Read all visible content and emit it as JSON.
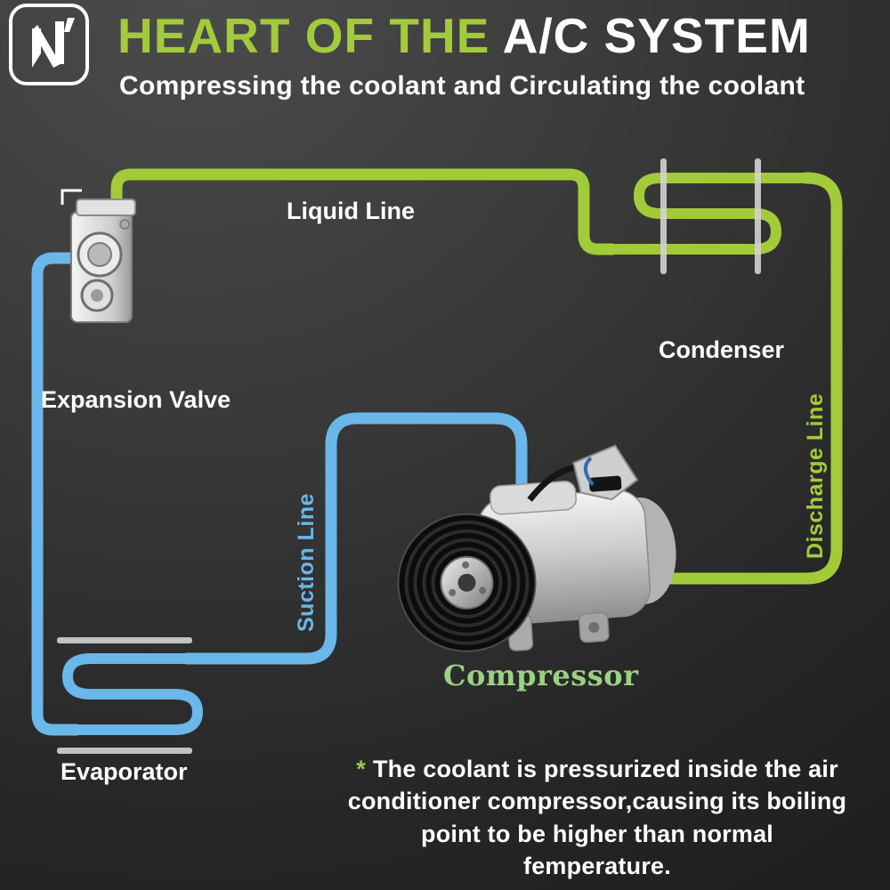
{
  "header": {
    "title_accent": "HEART OF THE ",
    "title_main": "A/C SYSTEM",
    "subtitle": "Compressing the coolant and Circulating the coolant"
  },
  "diagram": {
    "labels": {
      "liquid_line": "Liquid Line",
      "condenser": "Condenser",
      "discharge_line": "Discharge Line",
      "suction_line": "Suction Line",
      "expansion_valve": "Expansion Valve",
      "evaporator": "Evaporator",
      "compressor": "Compressor"
    }
  },
  "footnote": {
    "marker": "*",
    "lines": [
      "The coolant is pressurized inside the air",
      "conditioner compressor,causing its boiling",
      "point to be higher than normal femperature."
    ]
  },
  "colors": {
    "accent_green": "#a2cb3a",
    "line_blue": "#6ab7e9",
    "label_green": "#9ad183",
    "text_white": "#ffffff",
    "background": "#2e2e2e"
  }
}
